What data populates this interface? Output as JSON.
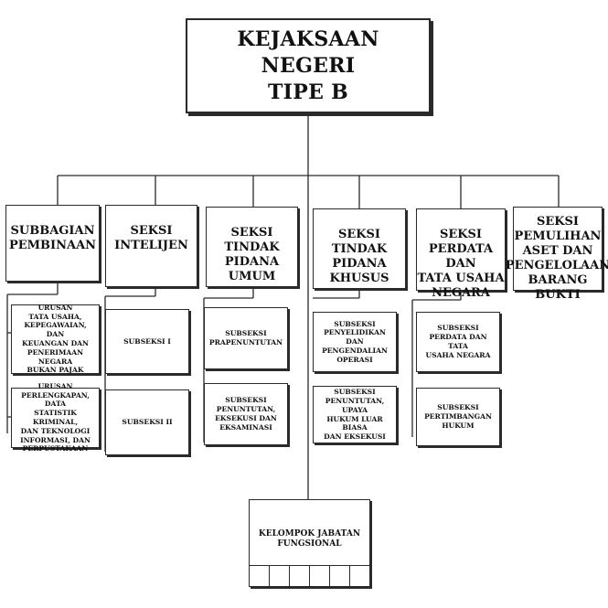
{
  "head": {
    "label": "KEJAKSAAN NEGERI\nTIPE B"
  },
  "sections": [
    {
      "label": "SUBBAGIAN\nPEMBINAAN",
      "subunits": [
        "URUSAN\nTATA USAHA,\nKEPEGAWAIAN, DAN\nKEUANGAN DAN\nPENERIMAAN\nNEGARA\nBUKAN PAJAK",
        "URUSAN\nPERLENGKAPAN, DATA\nSTATISTIK KRIMINAL,\nDAN TEKNOLOGI\nINFORMASI, DAN\nPERPUSTAKAAN"
      ]
    },
    {
      "label": "SEKSI\nINTELIJEN",
      "subunits": [
        "SUBSEKSI I",
        "SUBSEKSI II"
      ]
    },
    {
      "label": "SEKSI\nTINDAK PIDANA\nUMUM",
      "subunits": [
        "SUBSEKSI\nPRAPENUNTUTAN",
        "SUBSEKSI\nPENUNTUTAN,\nEKSEKUSI DAN\nEKSAMINASI"
      ]
    },
    {
      "label": "SEKSI\nTINDAK PIDANA\nKHUSUS",
      "subunits": [
        "SUBSEKSI\nPENYELIDIKAN\nDAN PENGENDALIAN\nOPERASI",
        "SUBSEKSI\nPENUNTUTAN, UPAYA\nHUKUM LUAR BIASA\nDAN EKSEKUSI"
      ]
    },
    {
      "label": "SEKSI\nPERDATA DAN\nTATA USAHA\nNEGARA",
      "subunits": [
        "SUBSEKSI\nPERDATA DAN TATA\nUSAHA NEGARA",
        "SUBSEKSI\nPERTIMBANGAN\nHUKUM"
      ]
    },
    {
      "label": "SEKSI\nPEMULIHAN\nASET DAN\nPENGELOLAAN\nBARANG BUKTI",
      "subunits": []
    }
  ],
  "functional_group": {
    "label": "KELOMPOK JABATAN\nFUNGSIONAL"
  }
}
